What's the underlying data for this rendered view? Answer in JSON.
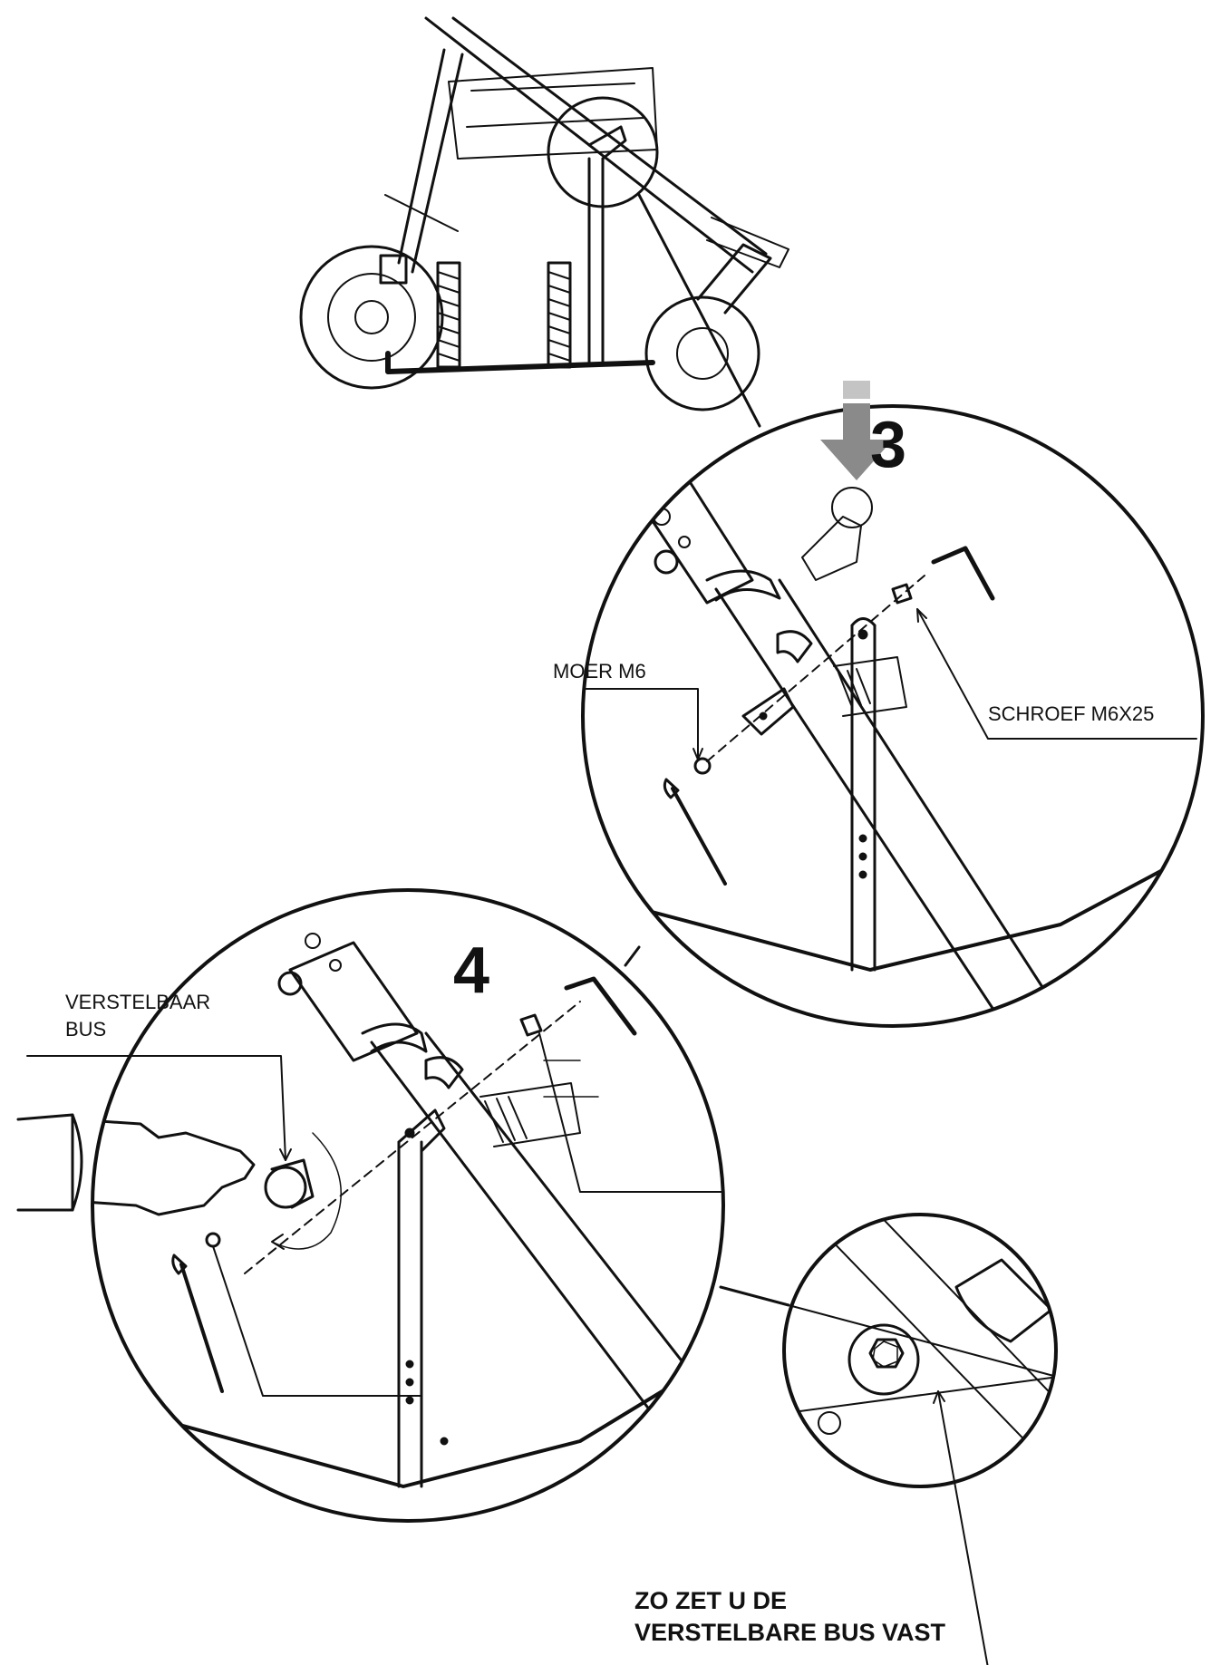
{
  "steps": {
    "step3": "3",
    "step4": "4"
  },
  "labels": {
    "nut": "MOER M6",
    "screw": "SCHROEF M6X25",
    "adjustable_bush_line1": "VERSTELBAAR",
    "adjustable_bush_line2": "BUS"
  },
  "note": {
    "line1": "ZO ZET U DE",
    "line2": "VERSTELBARE BUS VAST"
  },
  "colors": {
    "ink": "#111111",
    "arrow_gray": "#8a8a8a"
  }
}
